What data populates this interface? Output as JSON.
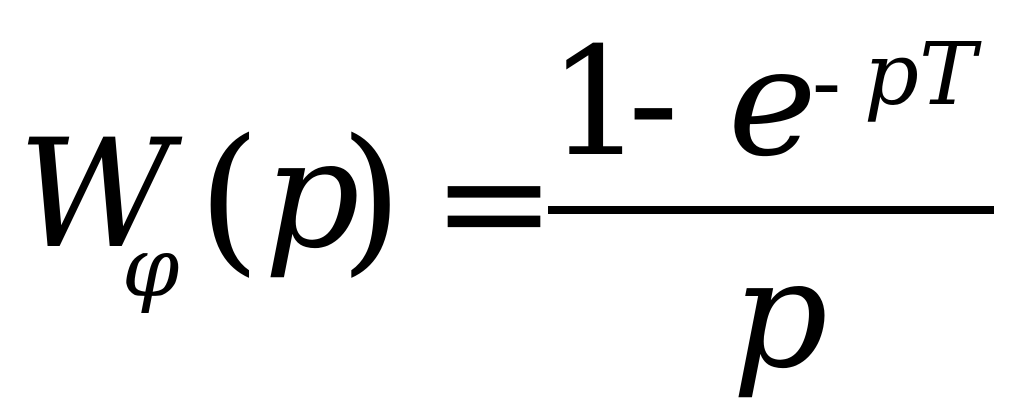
{
  "formula": {
    "lhs": {
      "symbol": "W",
      "subscript": "φ",
      "open_paren": "(",
      "argument": "p",
      "close_paren": ")"
    },
    "equals": "=",
    "fraction": {
      "numerator": {
        "one": "1",
        "minus": "-",
        "base": "e",
        "exponent_minus": "-",
        "exponent_body": "pT"
      },
      "denominator": "p"
    }
  }
}
